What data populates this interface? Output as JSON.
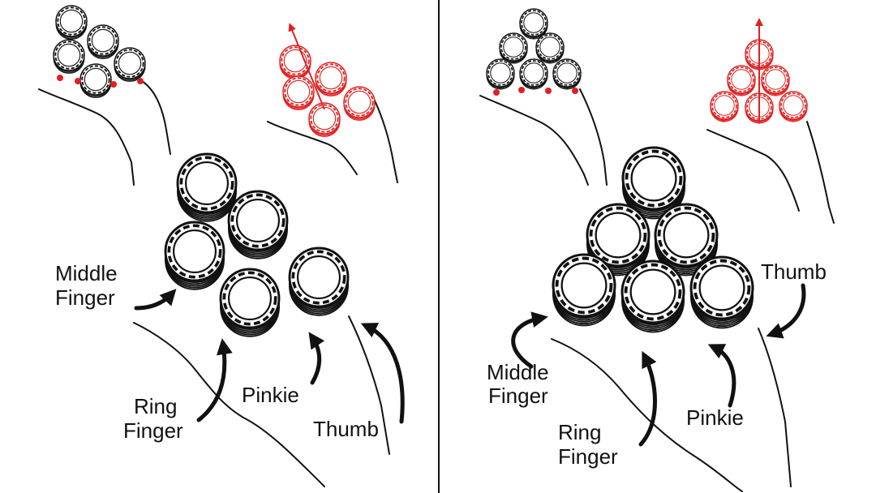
{
  "colors": {
    "ink": "#111111",
    "accent": "#e02020",
    "paper": "#ffffff"
  },
  "panels": [
    {
      "id": "left",
      "labels": {
        "middle_finger": [
          "Middle",
          "Finger"
        ],
        "ring_finger": [
          "Ring",
          "Finger"
        ],
        "pinkie": "Pinkie",
        "thumb": "Thumb"
      }
    },
    {
      "id": "right",
      "labels": {
        "middle_finger": [
          "Middle",
          "Finger"
        ],
        "ring_finger": [
          "Ring",
          "Finger"
        ],
        "pinkie": "Pinkie",
        "thumb": "Thumb"
      }
    }
  ]
}
